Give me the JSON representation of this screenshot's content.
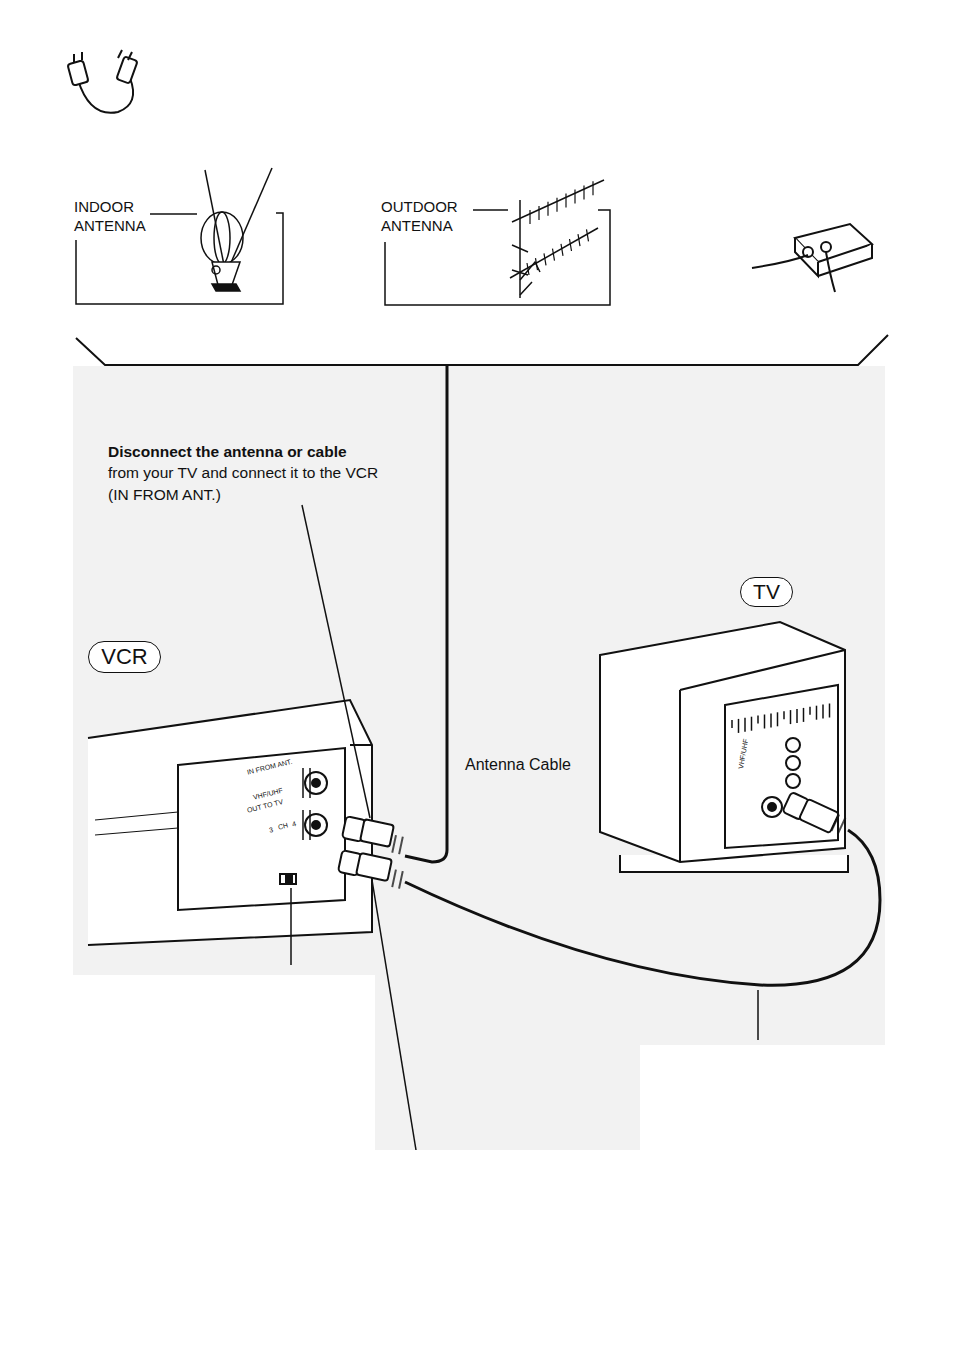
{
  "diagram": {
    "nodes": [
      {
        "text": [
          "INDOOR ANTENNA"
        ]
      },
      {
        "text": [
          "OUTDOOR ANTENNA"
        ]
      },
      {
        "text": [
          "TV"
        ]
      },
      {
        "text": [
          "VCR"
        ]
      }
    ],
    "labels": [
      "Disconnect the antenna or cable",
      "from your TV and connect it to the VCR (IN FROM ANT.)",
      "Antenna Cable",
      "IN FROM ANT.",
      "VHF/UHF",
      "OUT TO TV",
      "3",
      "CH",
      "4",
      "VHF/UHF"
    ]
  }
}
